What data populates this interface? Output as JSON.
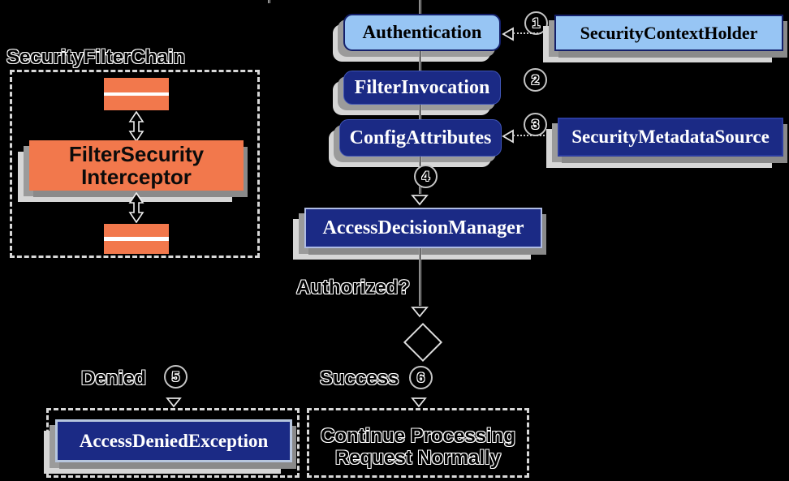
{
  "filter_chain": {
    "title": "SecurityFilterChain",
    "interceptor_line1": "FilterSecurity",
    "interceptor_line2": "Interceptor"
  },
  "nodes": {
    "authentication": "Authentication",
    "security_context_holder": "SecurityContextHolder",
    "filter_invocation": "FilterInvocation",
    "config_attributes": "ConfigAttributes",
    "security_metadata_source": "SecurityMetadataSource",
    "access_decision_manager": "AccessDecisionManager",
    "access_denied_exception": "AccessDeniedException"
  },
  "labels": {
    "authorized": "Authorized?",
    "denied": "Denied",
    "success": "Success",
    "continue_line1": "Continue Processing",
    "continue_line2": "Request Normally"
  },
  "steps": {
    "s1": "1",
    "s2": "2",
    "s3": "3",
    "s4": "4",
    "s5": "5",
    "s6": "6"
  },
  "colors": {
    "background": "#000000",
    "orange": "#F2784C",
    "light_blue": "#97C5F4",
    "navy": "#1B2A85",
    "navy_border": "#14206B",
    "shadow_medium": "#9B9B9B",
    "shadow_light": "#D6D6D6"
  }
}
